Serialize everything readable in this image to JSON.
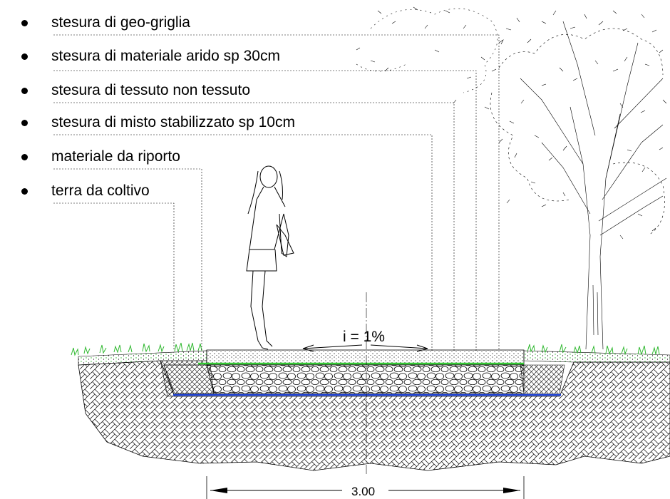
{
  "legend": [
    {
      "label": "stesura di geo-griglia"
    },
    {
      "label": "stesura di materiale arido sp 30cm"
    },
    {
      "label": "stesura di tessuto non tessuto"
    },
    {
      "label": "stesura di misto stabilizzato sp 10cm"
    },
    {
      "label": "materiale da riporto"
    },
    {
      "label": "terra da coltivo"
    }
  ],
  "slope_label": "i = 1%",
  "width_dimension": "3.00",
  "colors": {
    "geogrid_line": "#33cc33",
    "fabric_line": "#1a3fd6",
    "grass": "#2fb82f",
    "ink": "#000000"
  }
}
